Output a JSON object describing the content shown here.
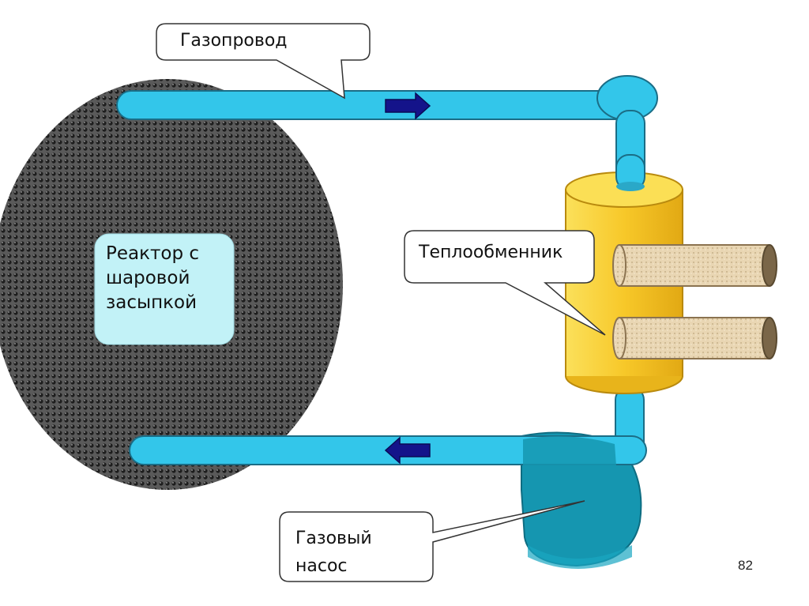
{
  "labels": {
    "gas_pipe": "Газопровод",
    "reactor": "Реактор с шаровой засыпкой",
    "heat_exchanger": "Теплообменник",
    "gas_pump": "Газовый насос"
  },
  "page_number": "82",
  "colors": {
    "pipe": "#33c6ea",
    "pipe_outline": "#1b6d86",
    "heat_exchanger": "#f7c829",
    "pump": "#1596b0",
    "reactor_dots": "#2b2b2b",
    "reactor_label_bg": "#c2f2f7",
    "arrow": "#14138a",
    "coolant_pipe": "#e7d5b3"
  }
}
